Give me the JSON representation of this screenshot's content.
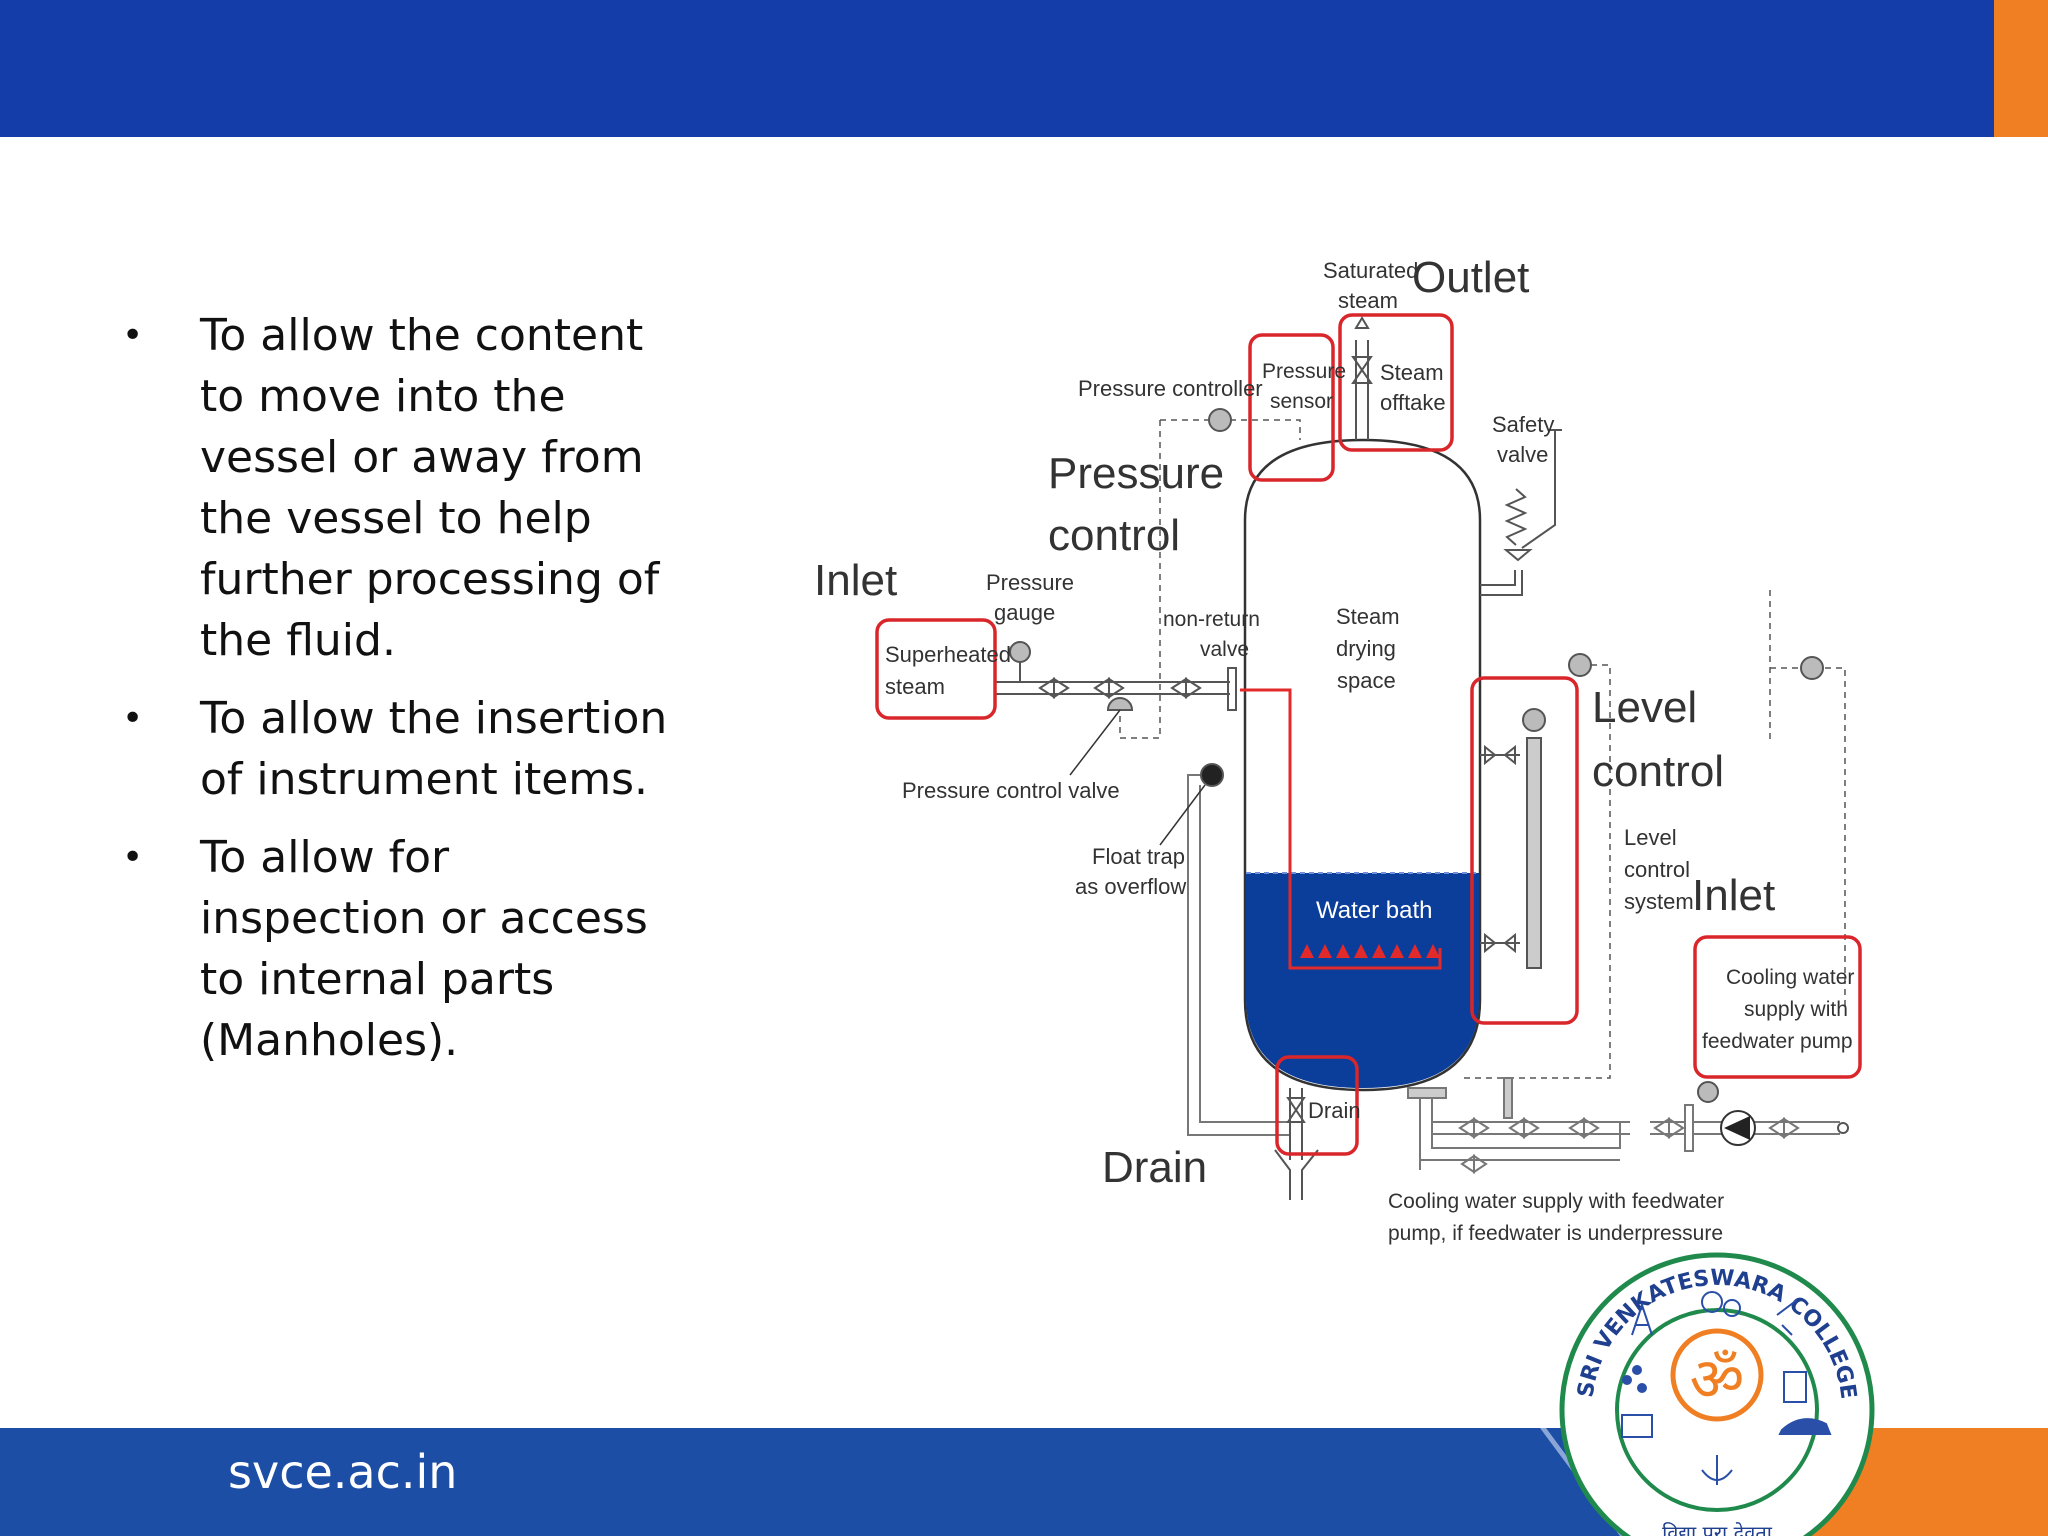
{
  "bullets": [
    "To allow the content to move into the vessel or away from the vessel to help further processing of the fluid.",
    "To allow the insertion of instrument items.",
    "To allow for inspection or access to internal parts (Manholes)."
  ],
  "footer": {
    "site": "svce.ac.in"
  },
  "diagram": {
    "saturated_steam_1": "Saturated",
    "saturated_steam_2": "steam",
    "outlet": "Outlet",
    "pressure_controller": "Pressure controller",
    "pressure_sensor_1": "Pressure",
    "pressure_sensor_2": "sensor",
    "steam_offtake_1": "Steam",
    "steam_offtake_2": "offtake",
    "safety_valve_1": "Safety",
    "safety_valve_2": "valve",
    "pressure_control_1": "Pressure",
    "pressure_control_2": "control",
    "inlet_left": "Inlet",
    "pressure_gauge_1": "Pressure",
    "pressure_gauge_2": "gauge",
    "non_return_1": "non-return",
    "non_return_2": "valve",
    "steam_drying_1": "Steam",
    "steam_drying_2": "drying",
    "steam_drying_3": "space",
    "superheated_1": "Superheated",
    "superheated_2": "steam",
    "level_control_1": "Level",
    "level_control_2": "control",
    "pressure_control_valve": "Pressure control valve",
    "float_trap_1": "Float trap",
    "float_trap_2": "as overflow",
    "water_bath": "Water bath",
    "level_system_1": "Level",
    "level_system_2": "control",
    "level_system_3": "system",
    "inlet_right": "Inlet",
    "cooling_box_1": "Cooling water",
    "cooling_box_2": "supply with",
    "cooling_box_3": "feedwater pump",
    "drain_small": "Drain",
    "drain_big": "Drain",
    "cooling_caption_1": "Cooling water supply with feedwater",
    "cooling_caption_2": "pump, if feedwater is underpressure"
  },
  "logo": {
    "ring_text": "SRI VENKATESWARA COLLEGE OF ENGINEERING",
    "motto": "विद्या परा देवता",
    "center_symbol": "ॐ"
  },
  "colors": {
    "header_blue": "#143da9",
    "footer_blue": "#1d4ea6",
    "accent_orange": "#f07f24",
    "water_blue": "#0b3d9a",
    "highlight_red": "#d9262b"
  }
}
